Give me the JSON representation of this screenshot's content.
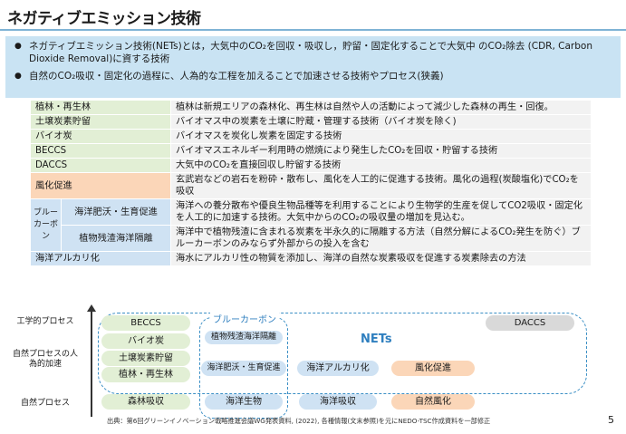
{
  "title": "ネガティブエミッション技術",
  "intro": {
    "bullet1": "ネガティブエミッション技術(NETs)とは，大気中のCO₂を回収・吸収し，貯留・固定化することで大気中 のCO₂除去 (CDR, Carbon Dioxide Removal)に資する技術",
    "bullet2": "自然のCO₂吸収・固定化の過程に、人為的な工程を加えることで加速させる技術やプロセス(狭義)"
  },
  "table": {
    "rows": [
      {
        "term": "植林・再生林",
        "desc": "植林は新規エリアの森林化、再生林は自然や人の活動によって減少した森林の再生・回復。"
      },
      {
        "term": "土壌炭素貯留",
        "desc": "バイオマス中の炭素を土壌に貯蔵・管理する技術（バイオ炭を除く)"
      },
      {
        "term": "バイオ炭",
        "desc": "バイオマスを炭化し炭素を固定する技術"
      },
      {
        "term": "BECCS",
        "desc": "バイオマスエネルギー利用時の燃焼により発生したCO₂を回収・貯留する技術"
      },
      {
        "term": "DACCS",
        "desc": "大気中のCO₂を直接回収し貯留する技術"
      },
      {
        "term": "風化促進",
        "desc": "玄武岩などの岩石を粉砕・散布し、風化を人工的に促進する技術。風化の過程(炭酸塩化)でCO₂を吸収"
      },
      {
        "term": "海洋肥沃・生育促進",
        "desc": "海洋への養分散布や優良生物品種等を利用することにより生物学的生産を促してCO2吸収・固定化を人工的に加速する技術。大気中からのCO₂の吸収量の増加を見込む。"
      },
      {
        "term": "植物残渣海洋隔離",
        "desc": "海洋中で植物残渣に含まれる炭素を半永久的に隔離する方法（自然分解によるCO₂発生を防ぐ）ブルーカーボンのみならず外部からの投入を含む"
      },
      {
        "term": "海洋アルカリ化",
        "desc": "海水にアルカリ性の物質を添加し、海洋の自然な炭素吸収を促進する炭素除去の方法"
      }
    ],
    "blue_carbon_label": "ブルーカーボン"
  },
  "diagram": {
    "level_labels": [
      "工学的プロセス",
      "自然プロセスの人為的加速",
      "自然プロセス"
    ],
    "nets_label": "NETs",
    "blue_carbon_title": "ブルーカーボン",
    "pills": {
      "beccs": "BECCS",
      "biochar": "バイオ炭",
      "soil": "土壌炭素貯留",
      "afforestation": "植林・再生林",
      "forest_absorption": "森林吸収",
      "plant_residue": "植物残渣海洋隔離",
      "ocean_fert": "海洋肥沃・生育促進",
      "marine_life": "海洋生物",
      "ocean_alk": "海洋アルカリ化",
      "ocean_absorption": "海洋吸収",
      "weathering": "風化促進",
      "natural_weathering": "自然風化",
      "daccs": "DACCS"
    }
  },
  "source": "出典：第6回グリーンイノベーション戦略推進会議WG発表資料, (2022), 各種情報(文末参照)を元にNEDO-TSC作成資料を一部修正",
  "page_number": "5",
  "colors": {
    "green": "#e2efd5",
    "orange": "#fbd6b8",
    "blue": "#cfe2f3",
    "grey": "#d9d9d9",
    "accent": "#2f7fbf"
  }
}
